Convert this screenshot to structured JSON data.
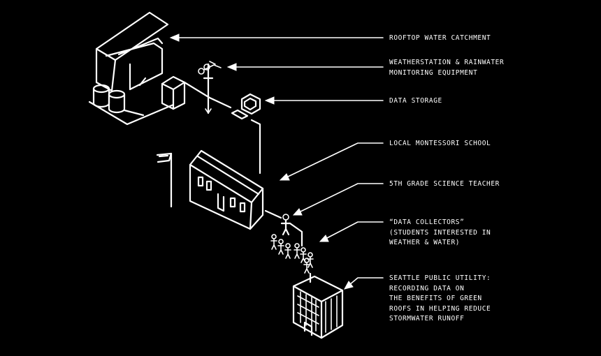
{
  "labels": {
    "rooftop": "ROOFTOP WATER CATCHMENT",
    "weather": "WEATHERSTATION & RAINWATER\nMONITORING EQUIPMENT",
    "data_storage": "DATA STORAGE",
    "school": "LOCAL MONTESSORI SCHOOL",
    "teacher": "5TH GRADE SCIENCE TEACHER",
    "collectors": "“DATA COLLECTORS”\n(STUDENTS INTERESTED IN\nWEATHER & WATER)",
    "utility": "SEATTLE PUBLIC UTILITY:\nRECORDING DATA ON\nTHE BENEFITS OF GREEN\nROOFS IN HELPING REDUCE\nSTORMWATER RUNOFF"
  },
  "colors": {
    "background": "#000000",
    "ink": "#ffffff"
  },
  "icons": [
    "building-roof-catchment-icon",
    "rain-barrel-icon",
    "weather-station-icon",
    "computer-icon",
    "flag-icon",
    "school-building-icon",
    "teacher-figure-icon",
    "student-figures-icon",
    "utility-building-icon"
  ]
}
